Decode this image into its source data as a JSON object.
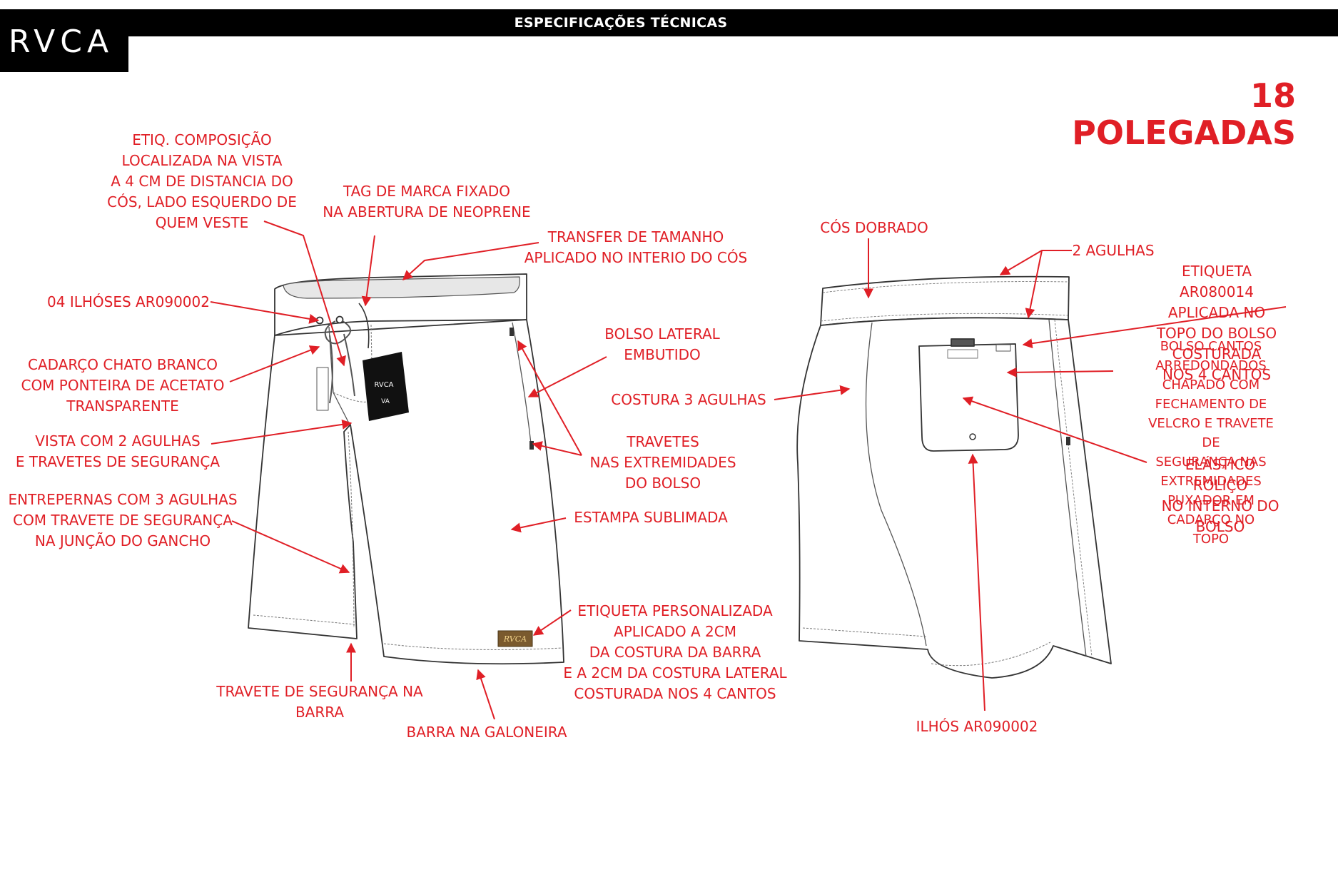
{
  "header": {
    "brand_logo": "RVCA",
    "title": "ESPECIFICAÇÕES TÉCNICAS"
  },
  "size_title": "18 POLEGADAS",
  "hang_tag": {
    "brand": "RVCA",
    "monogram": "VA"
  },
  "patch_label": {
    "text": "RVCA"
  },
  "colors": {
    "annotation": "#e01f26",
    "outline": "#333333",
    "background": "#ffffff"
  },
  "front_callouts": {
    "etiq_composicao": "ETIQ. COMPOSIÇÃO\nLOCALIZADA NA VISTA\nA 4 CM DE DISTANCIA DO\nCÓS, LADO ESQUERDO DE\nQUEM VESTE",
    "tag_marca": "TAG DE MARCA FIXADO\nNA ABERTURA DE NEOPRENE",
    "transfer_tamanho": "TRANSFER DE TAMANHO\nAPLICADO NO INTERIO DO CÓS",
    "ilhoses": "04 ILHÓSES AR090002",
    "cadarco": "CADARÇO CHATO BRANCO\nCOM PONTEIRA DE ACETATO\nTRANSPARENTE",
    "bolso_lateral": "BOLSO LATERAL\nEMBUTIDO",
    "costura_3_agulhas": "COSTURA 3 AGULHAS",
    "vista_2_agulhas": "VISTA COM 2 AGULHAS\nE TRAVETES DE SEGURANÇA",
    "travetes_bolso": "TRAVETES\nNAS EXTREMIDADES\nDO BOLSO",
    "entrepernas": "ENTREPERNAS COM 3 AGULHAS\nCOM TRAVETE DE SEGURANÇA\nNA JUNÇÃO DO GANCHO",
    "estampa": "ESTAMPA SUBLIMADA",
    "etiqueta_personalizada": "ETIQUETA PERSONALIZADA\nAPLICADO A 2CM\nDA COSTURA DA BARRA\nE A 2CM DA COSTURA LATERAL\nCOSTURADA NOS 4 CANTOS",
    "travete_barra": "TRAVETE DE SEGURANÇA NA\nBARRA",
    "barra_galoneira": "BARRA NA GALONEIRA"
  },
  "back_callouts": {
    "cos_dobrado": "CÓS DOBRADO",
    "duas_agulhas": "2 AGULHAS",
    "etiqueta_bolso": "ETIQUETA AR080014\nAPLICADA NO TOPO DO BOLSO\nCOSTURADA NOS 4 CANTOS",
    "bolso_cantos": "BOLSO CANTOS ARREDONDADOS\nCHAPADO COM FECHAMENTO DE\nVELCRO E TRAVETE DE\nSEGURANÇA NAS EXTREMIDADES\nPUXADOR EM CADARÇO NO TOPO",
    "elastico": "ELÁSTICO ROLIÇO\nNO INTERNO DO BOLSO",
    "ilhos": "ILHÓS AR090002"
  }
}
